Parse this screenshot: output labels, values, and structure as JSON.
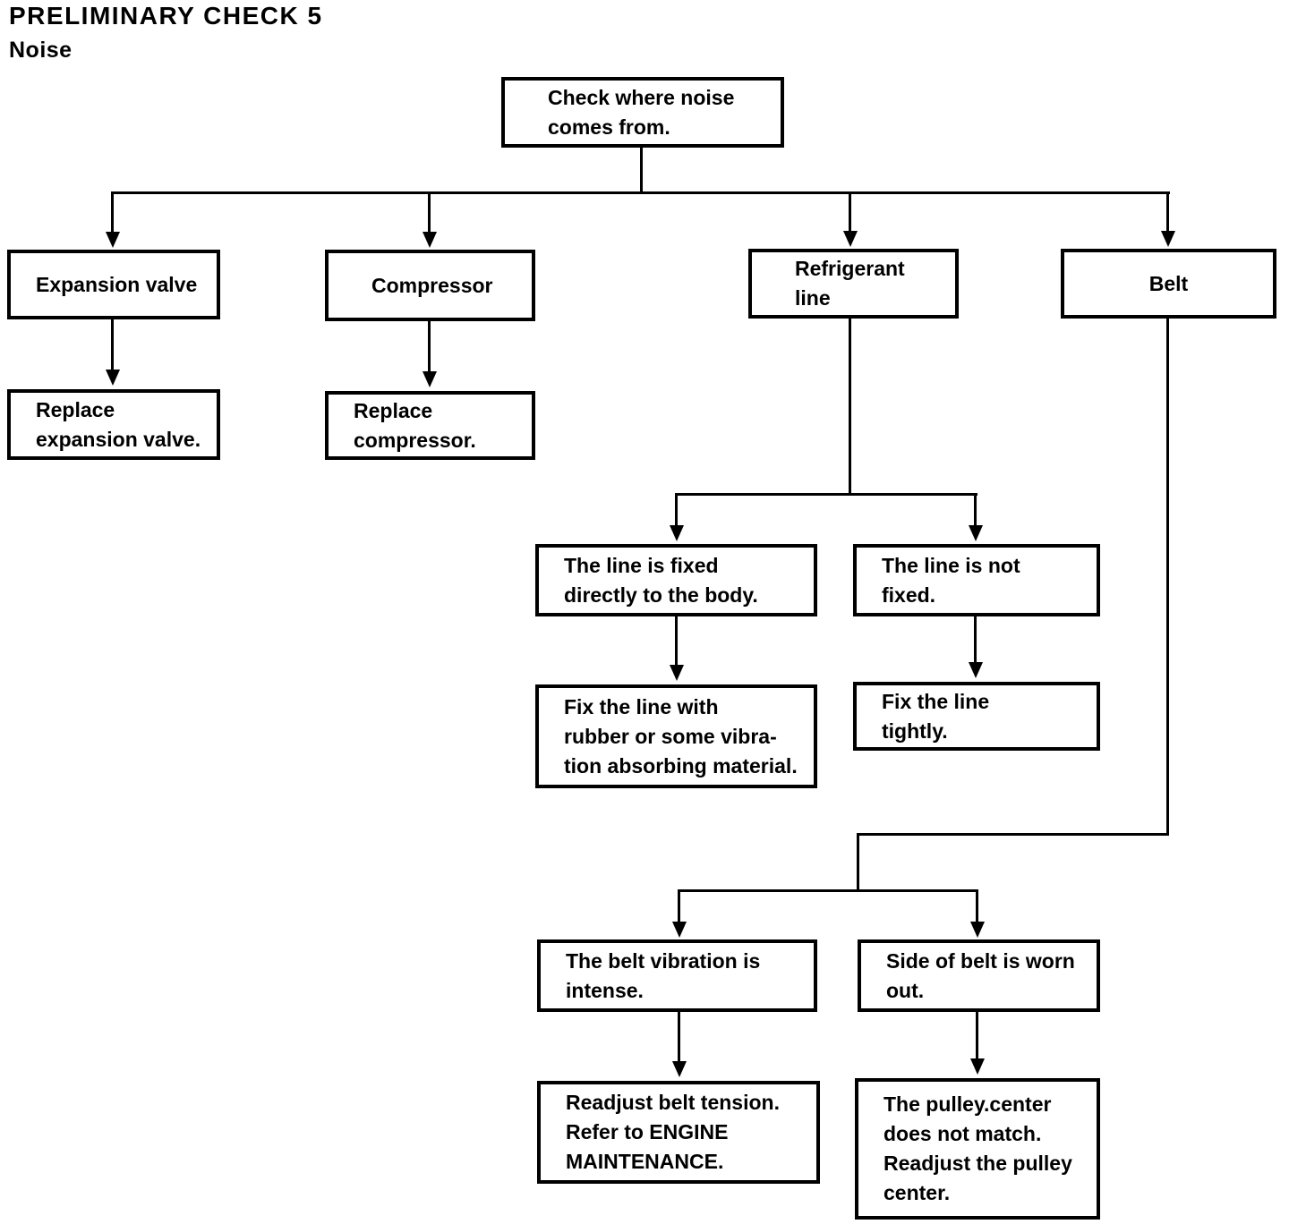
{
  "page": {
    "title": "PRELIMINARY CHECK 5",
    "subtitle": "Noise"
  },
  "colors": {
    "ink": "#000000",
    "paper": "#ffffff"
  },
  "flowchart": {
    "nodes": {
      "root": {
        "text": "Check where noise\ncomes from."
      },
      "expansion_valve": {
        "text": "Expansion valve"
      },
      "compressor": {
        "text": "Compressor"
      },
      "refrigerant_line": {
        "text": "Refrigerant\nline"
      },
      "belt": {
        "text": "Belt"
      },
      "replace_expansion_valve": {
        "text": "Replace\nexpansion valve."
      },
      "replace_compressor": {
        "text": "Replace\ncompressor."
      },
      "line_fixed": {
        "text": "The line is fixed\ndirectly to the body."
      },
      "line_not_fixed": {
        "text": "The line is not\nfixed."
      },
      "fix_line_rubber": {
        "text": "Fix the line with\nrubber or some vibra-\ntion absorbing material."
      },
      "fix_line_tightly": {
        "text": "Fix the line\ntightly."
      },
      "belt_vibration_intense": {
        "text": "The belt vibration is\nintense."
      },
      "belt_side_worn": {
        "text": "Side of belt is worn\nout."
      },
      "readjust_belt_tension": {
        "text": "Readjust belt tension.\nRefer to ENGINE\nMAINTENANCE."
      },
      "pulley_center": {
        "text": "The pulley.center\ndoes not match.\nReadjust the pulley\ncenter."
      }
    },
    "edges": [
      {
        "from": "root",
        "to": "expansion_valve"
      },
      {
        "from": "root",
        "to": "compressor"
      },
      {
        "from": "root",
        "to": "refrigerant_line"
      },
      {
        "from": "root",
        "to": "belt"
      },
      {
        "from": "expansion_valve",
        "to": "replace_expansion_valve"
      },
      {
        "from": "compressor",
        "to": "replace_compressor"
      },
      {
        "from": "refrigerant_line",
        "to": "line_fixed"
      },
      {
        "from": "refrigerant_line",
        "to": "line_not_fixed"
      },
      {
        "from": "line_fixed",
        "to": "fix_line_rubber"
      },
      {
        "from": "line_not_fixed",
        "to": "fix_line_tightly"
      },
      {
        "from": "belt",
        "to": "belt_vibration_intense"
      },
      {
        "from": "belt",
        "to": "belt_side_worn"
      },
      {
        "from": "belt_vibration_intense",
        "to": "readjust_belt_tension"
      },
      {
        "from": "belt_side_worn",
        "to": "pulley_center"
      }
    ]
  }
}
